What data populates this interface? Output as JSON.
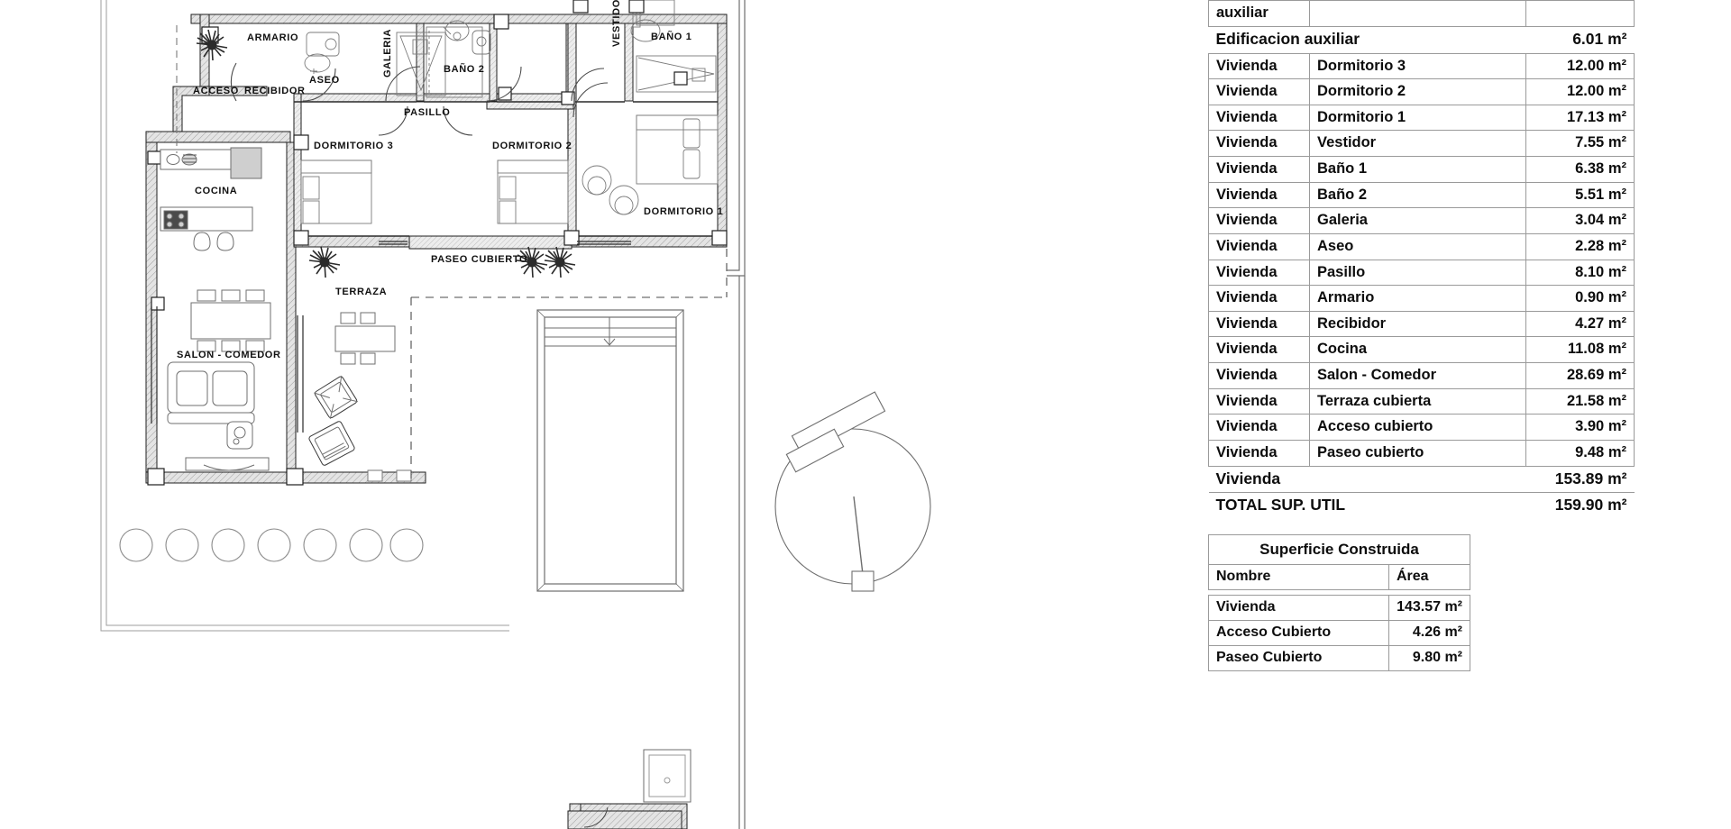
{
  "document": {
    "type": "architectural-floor-plan",
    "language": "es"
  },
  "plan": {
    "room_labels": [
      {
        "name": "acceso",
        "text": "ACCESO"
      },
      {
        "name": "armario",
        "text": "ARMARIO"
      },
      {
        "name": "recibidor",
        "text": "RECIBIDOR"
      },
      {
        "name": "aseo",
        "text": "ASEO"
      },
      {
        "name": "galeria",
        "text": "GALERIA"
      },
      {
        "name": "bano-2",
        "text": "BAÑO 2"
      },
      {
        "name": "bano-1",
        "text": "BAÑO 1"
      },
      {
        "name": "vestidor",
        "text": "VESTIDOR"
      },
      {
        "name": "pasillo",
        "text": "PASILLO"
      },
      {
        "name": "dormitorio-3",
        "text": "DORMITORIO 3"
      },
      {
        "name": "dormitorio-2",
        "text": "DORMITORIO 2"
      },
      {
        "name": "dormitorio-1",
        "text": "DORMITORIO 1"
      },
      {
        "name": "cocina",
        "text": "COCINA"
      },
      {
        "name": "salon-comedor",
        "text": "SALON - COMEDOR"
      },
      {
        "name": "terraza",
        "text": "TERRAZA"
      },
      {
        "name": "paseo-cubierto",
        "text": "PASEO CUBIERTO"
      }
    ],
    "tree_count": 7,
    "colors": {
      "wall_hatch": "#d9d9d9",
      "line": "#1a1a1a",
      "thin_line": "#7a7a7a",
      "furniture": "#ffffff"
    }
  },
  "tables": {
    "surface_util": {
      "partial_top_row": {
        "category": "auxiliar",
        "name": "",
        "area": ""
      },
      "subtotal_aux": {
        "label": "Edificacion auxiliar",
        "area": "6.01 m²"
      },
      "rows": [
        {
          "category": "Vivienda",
          "name": "Dormitorio 3",
          "area": "12.00 m²"
        },
        {
          "category": "Vivienda",
          "name": "Dormitorio 2",
          "area": "12.00 m²"
        },
        {
          "category": "Vivienda",
          "name": "Dormitorio 1",
          "area": "17.13 m²"
        },
        {
          "category": "Vivienda",
          "name": "Vestidor",
          "area": "7.55 m²"
        },
        {
          "category": "Vivienda",
          "name": "Baño 1",
          "area": "6.38 m²"
        },
        {
          "category": "Vivienda",
          "name": "Baño 2",
          "area": "5.51 m²"
        },
        {
          "category": "Vivienda",
          "name": "Galeria",
          "area": "3.04 m²"
        },
        {
          "category": "Vivienda",
          "name": "Aseo",
          "area": "2.28 m²"
        },
        {
          "category": "Vivienda",
          "name": "Pasillo",
          "area": "8.10 m²"
        },
        {
          "category": "Vivienda",
          "name": "Armario",
          "area": "0.90 m²"
        },
        {
          "category": "Vivienda",
          "name": "Recibidor",
          "area": "4.27 m²"
        },
        {
          "category": "Vivienda",
          "name": "Cocina",
          "area": "11.08 m²"
        },
        {
          "category": "Vivienda",
          "name": "Salon - Comedor",
          "area": "28.69 m²"
        },
        {
          "category": "Vivienda",
          "name": "Terraza cubierta",
          "area": "21.58 m²"
        },
        {
          "category": "Vivienda",
          "name": "Acceso cubierto",
          "area": "3.90 m²"
        },
        {
          "category": "Vivienda",
          "name": "Paseo cubierto",
          "area": "9.48 m²"
        }
      ],
      "subtotal_vivienda": {
        "label": "Vivienda",
        "area": "153.89 m²"
      },
      "total": {
        "label": "TOTAL SUP. UTIL",
        "area": "159.90 m²"
      }
    },
    "surface_built": {
      "title": "Superficie Construida",
      "headers": {
        "name": "Nombre",
        "area": "Área"
      },
      "rows": [
        {
          "name": "Vivienda",
          "area": "143.57 m²"
        },
        {
          "name": "Acceso Cubierto",
          "area": "4.26 m²"
        },
        {
          "name": "Paseo Cubierto",
          "area": "9.80 m²"
        }
      ]
    }
  }
}
